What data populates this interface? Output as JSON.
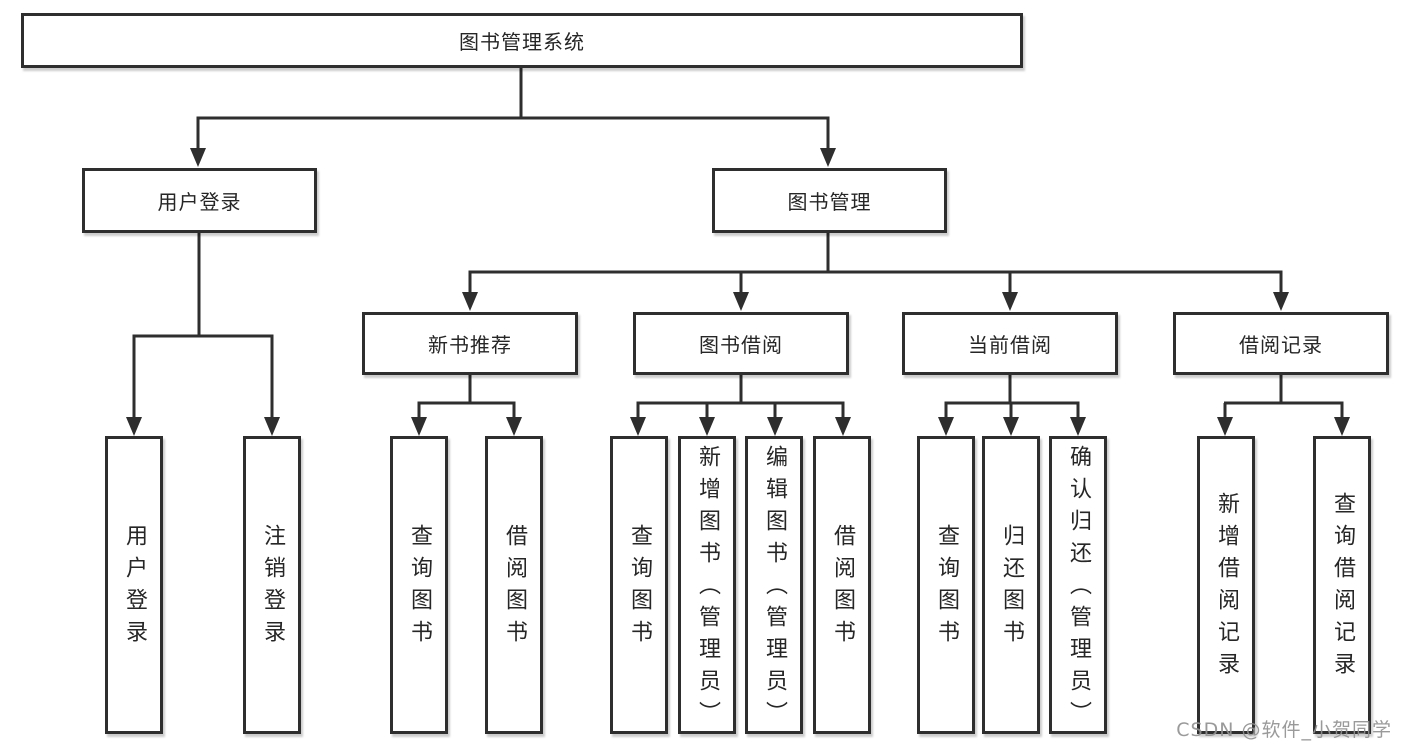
{
  "diagram": {
    "root": {
      "label": "图书管理系统"
    },
    "branches": [
      {
        "label": "用户登录",
        "children": [
          {
            "label": "用户登录"
          },
          {
            "label": "注销登录"
          }
        ]
      },
      {
        "label": "图书管理",
        "children": [
          {
            "label": "新书推荐",
            "children": [
              {
                "label": "查询图书"
              },
              {
                "label": "借阅图书"
              }
            ]
          },
          {
            "label": "图书借阅",
            "children": [
              {
                "label": "查询图书"
              },
              {
                "label": "新增图书（管理员）"
              },
              {
                "label": "编辑图书（管理员）"
              },
              {
                "label": "借阅图书"
              }
            ]
          },
          {
            "label": "当前借阅",
            "children": [
              {
                "label": "查询图书"
              },
              {
                "label": "归还图书"
              },
              {
                "label": "确认归还（管理员）"
              }
            ]
          },
          {
            "label": "借阅记录",
            "children": [
              {
                "label": "新增借阅记录"
              },
              {
                "label": "查询借阅记录"
              }
            ]
          }
        ]
      }
    ]
  },
  "watermark": {
    "text": "CSDN @软件_小贺同学"
  },
  "colors": {
    "line": "#2e2e2e",
    "box_border": "#2e2e2e",
    "text": "#262626",
    "watermark": "#919191",
    "background": "#ffffff"
  }
}
